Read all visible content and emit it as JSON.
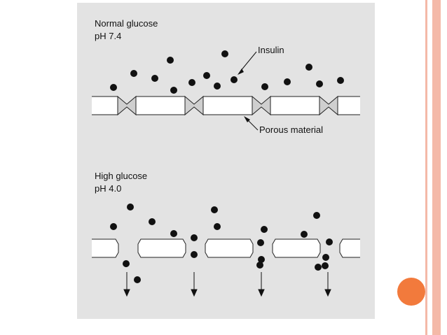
{
  "figure": {
    "top_panel": {
      "condition_line1": "Normal glucose",
      "condition_line2": "pH 7.4",
      "insulin_label": "Insulin",
      "material_label": "Porous material"
    },
    "bottom_panel": {
      "condition_line1": "High glucose",
      "condition_line2": "pH 4.0"
    }
  },
  "colors": {
    "panel_background": "#e3e3e3",
    "slide_border": "#f4b9a8",
    "accent_circle": "#f27a3c"
  },
  "icons": {
    "insulin": "filled-black-dot",
    "pore": "hourglass-gate",
    "flow": "down-arrow"
  }
}
